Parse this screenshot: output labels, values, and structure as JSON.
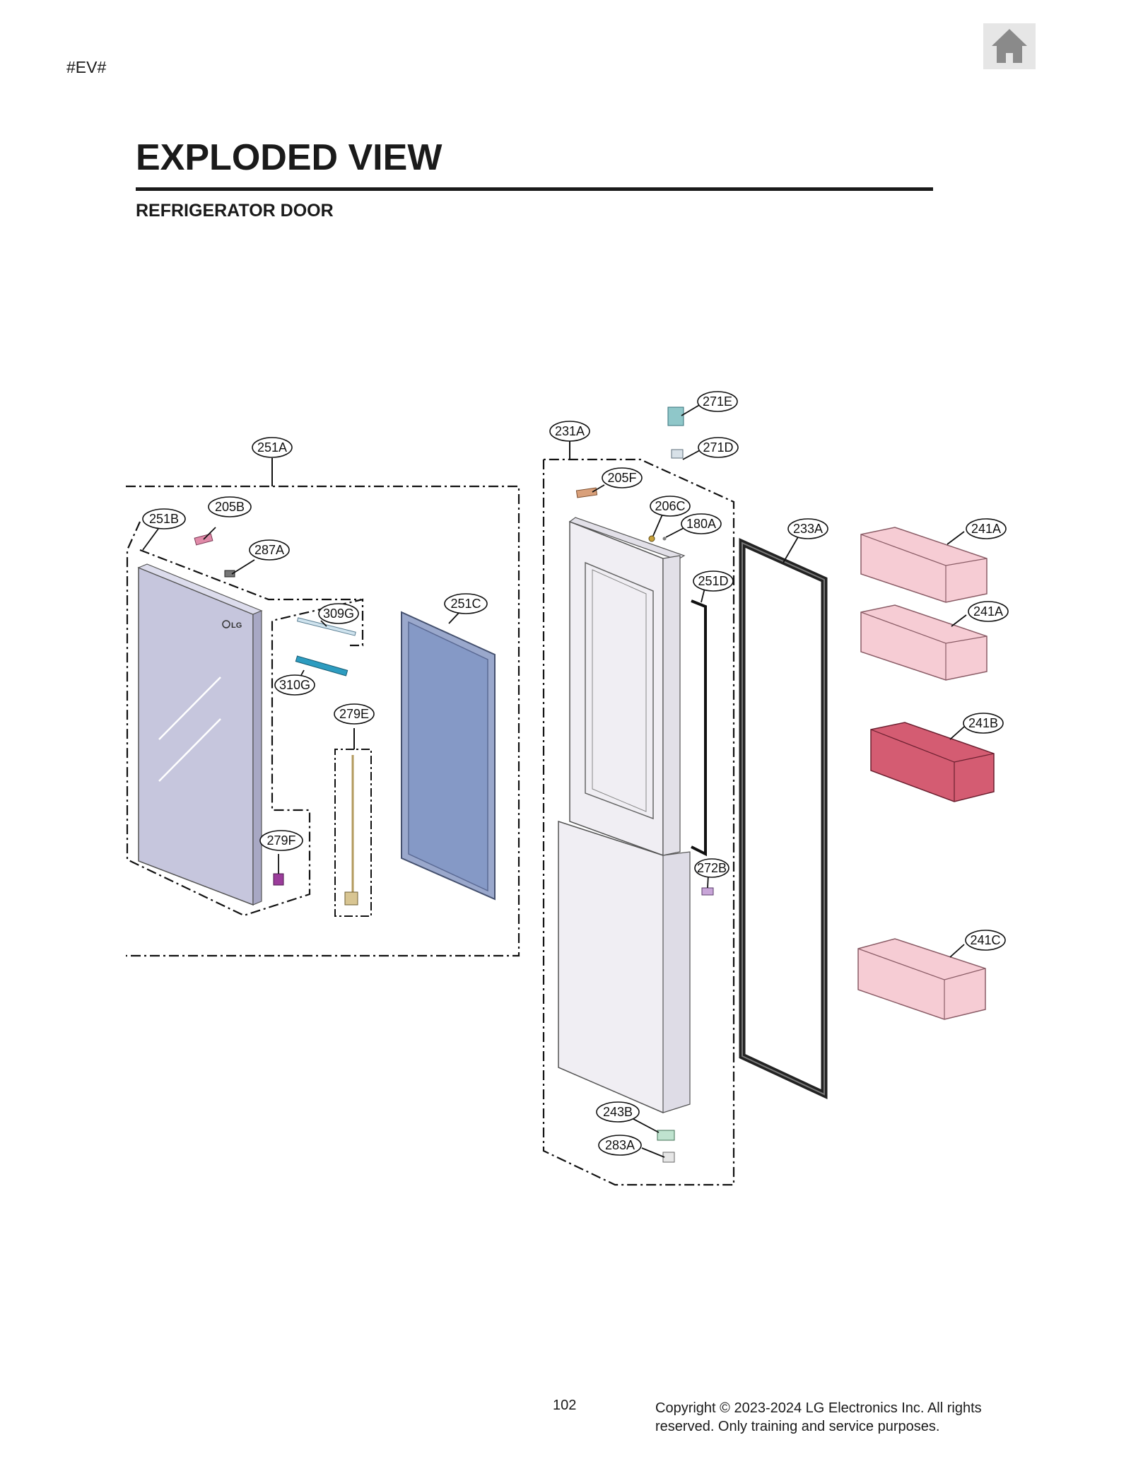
{
  "header": {
    "tag": "#EV#",
    "home_icon": "home-icon",
    "title": "EXPLODED VIEW",
    "subtitle": "REFRIGERATOR DOOR"
  },
  "callouts": {
    "c251A": "251A",
    "c205B": "205B",
    "c251B": "251B",
    "c287A": "287A",
    "c309G": "309G",
    "c310G": "310G",
    "c251C": "251C",
    "c279E": "279E",
    "c279F": "279F",
    "c231A": "231A",
    "c271E": "271E",
    "c271D": "271D",
    "c205F": "205F",
    "c206C": "206C",
    "c180A": "180A",
    "c251D": "251D",
    "c233A": "233A",
    "c272B": "272B",
    "c243B": "243B",
    "c283A": "283A",
    "c241A_1": "241A",
    "c241A_2": "241A",
    "c241B": "241B",
    "c241C": "241C"
  },
  "footer": {
    "page_number": "102",
    "copyright_line1": "Copyright © 2023-2024 LG Electronics Inc. All rights",
    "copyright_line2": "reserved. Only training and service purposes."
  },
  "colors": {
    "outer_door": "#c6c6dd",
    "gasket_panel": "#8599c6",
    "basket_light": "#f6ccd4",
    "basket_dark": "#d45c72",
    "inner_door": "#f0eef3"
  }
}
